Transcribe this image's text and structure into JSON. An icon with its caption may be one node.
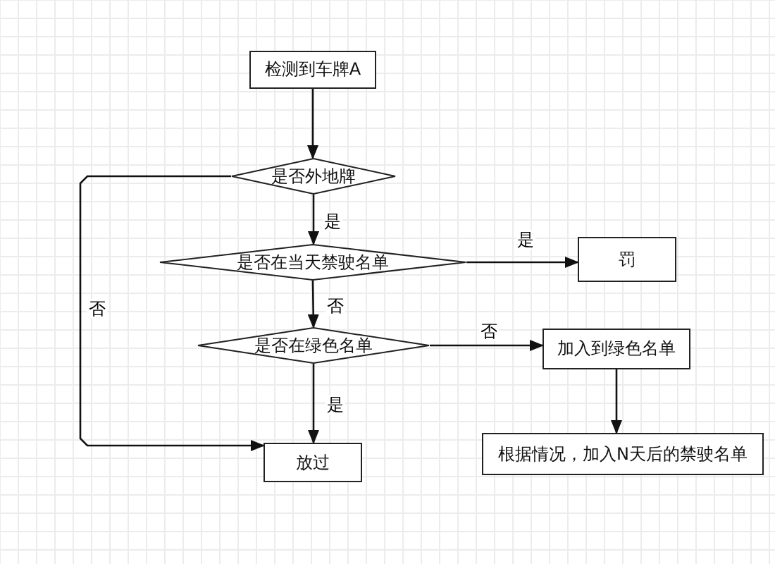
{
  "diagram": {
    "nodes": [
      {
        "text": [
          "检测到车牌A"
        ]
      },
      {
        "text": [
          "是否外地牌"
        ]
      },
      {
        "text": [
          "是否在当天禁驶名单"
        ]
      },
      {
        "text": [
          "罚"
        ]
      },
      {
        "text": [
          "是否在绿色名单"
        ]
      },
      {
        "text": [
          "加入到绿色名单"
        ]
      },
      {
        "text": [
          "放过"
        ]
      },
      {
        "text": [
          "根据情况，加入N天后的禁驶名单"
        ]
      }
    ],
    "edges": [
      {
        "from": 0,
        "to": 1,
        "arrow": "to"
      },
      {
        "from": 1,
        "to": 2,
        "arrow": "to",
        "label": "是"
      },
      {
        "from": 2,
        "to": 3,
        "arrow": "to",
        "label": "是"
      },
      {
        "from": 2,
        "to": 4,
        "arrow": "to",
        "label": "否"
      },
      {
        "from": 4,
        "to": 5,
        "arrow": "to",
        "label": "否"
      },
      {
        "from": 4,
        "to": 6,
        "arrow": "to",
        "label": "是"
      },
      {
        "from": 1,
        "to": 6,
        "arrow": "to",
        "label": "否"
      },
      {
        "from": 5,
        "to": 7,
        "arrow": "to"
      }
    ]
  }
}
